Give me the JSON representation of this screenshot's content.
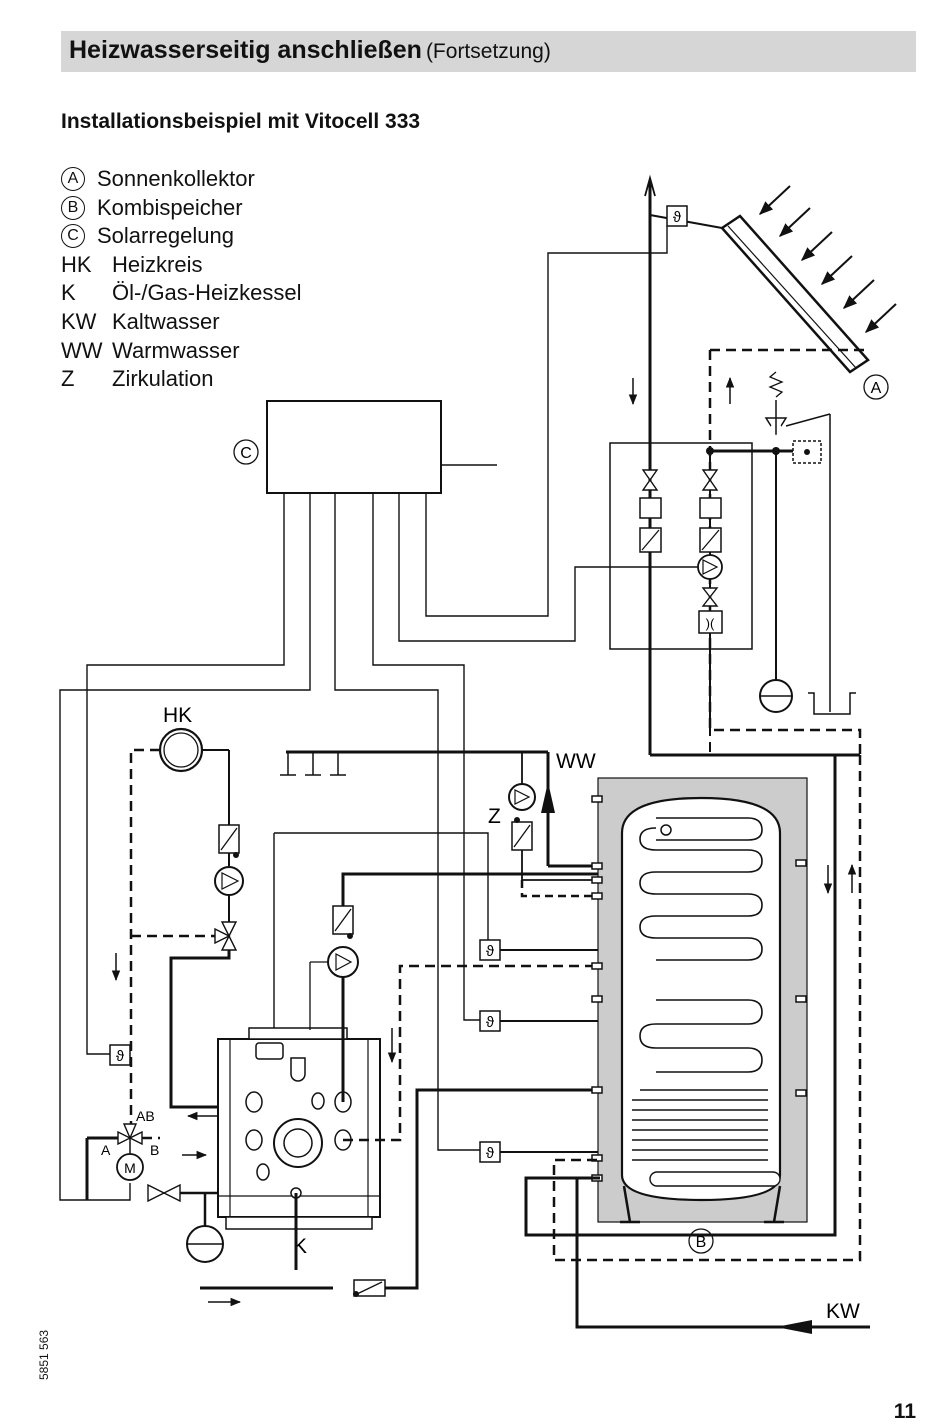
{
  "header": {
    "title": "Heizwasserseitig anschließen",
    "title_suffix": "(Fortsetzung)"
  },
  "subtitle": "Installationsbeispiel mit Vitocell 333",
  "legend": [
    {
      "key": "A",
      "text": "Sonnenkollektor"
    },
    {
      "key": "B",
      "text": "Kombispeicher"
    },
    {
      "key": "C",
      "text": "Solarregelung"
    },
    {
      "key": "HK",
      "text": "Heizkreis"
    },
    {
      "key": "K",
      "text": "Öl-/Gas-Heizkessel"
    },
    {
      "key": "KW",
      "text": "Kaltwasser"
    },
    {
      "key": "WW",
      "text": "Warmwasser"
    },
    {
      "key": "Z",
      "text": "Zirkulation"
    }
  ],
  "diagram_labels": {
    "collector": "A",
    "storage": "B",
    "controller": "C",
    "heating_circuit": "HK",
    "boiler": "K",
    "cold_water": "KW",
    "hot_water": "WW",
    "circulation": "Z",
    "valve_port_ab": "AB",
    "valve_port_a": "A",
    "valve_port_b": "B",
    "motor": "M",
    "temp_sensor_symbol": "ϑ"
  },
  "footer": {
    "doc_number": "5851 563",
    "page_number": "11"
  }
}
